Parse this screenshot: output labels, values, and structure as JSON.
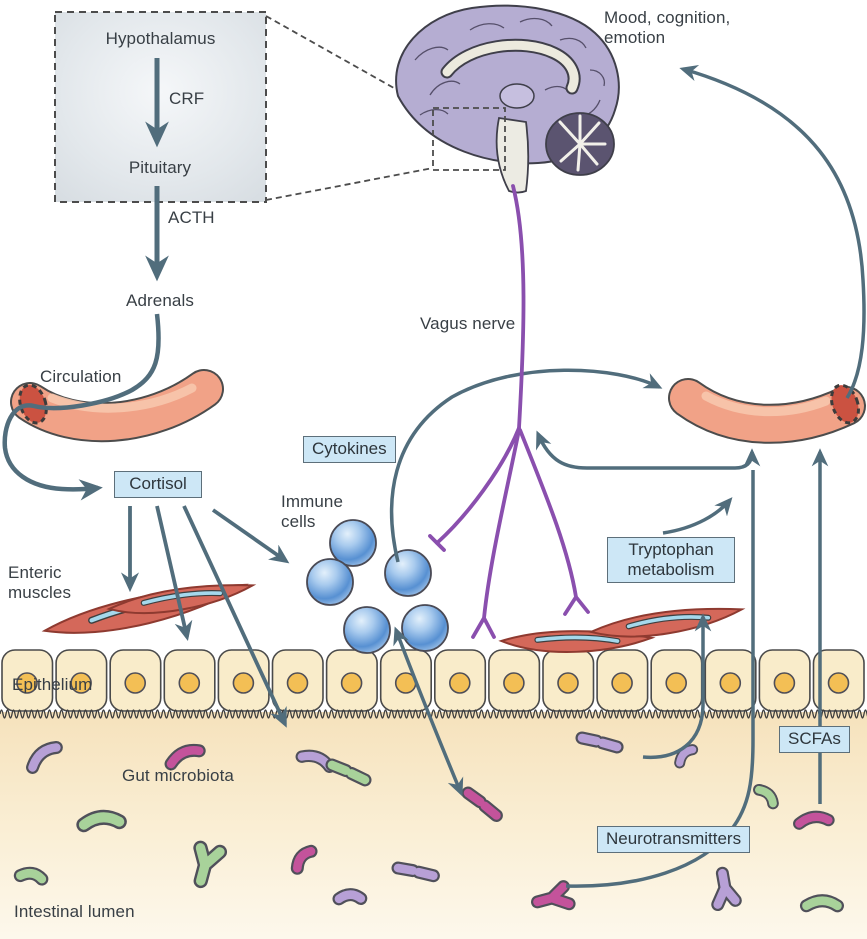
{
  "figure": {
    "type": "biomedical-pathway-diagram",
    "topic": "Gut-brain axis signalling pathways",
    "labels": {
      "hypothalamus": "Hypothalamus",
      "crf": "CRF",
      "pituitary": "Pituitary",
      "acth": "ACTH",
      "adrenals": "Adrenals",
      "circulation": "Circulation",
      "cortisol": "Cortisol",
      "cytokines": "Cytokines",
      "immune_cells": "Immune cells",
      "vagus_nerve": "Vagus nerve",
      "mood": "Mood, cognition, emotion",
      "tryptophan": "Tryptophan metabolism",
      "enteric_muscles": "Enteric muscles",
      "epithelium": "Epithelium",
      "gut_microbiota": "Gut microbiota",
      "intestinal_lumen": "Intestinal lumen",
      "neurotransmitters": "Neurotransmitters",
      "scfas": "SCFAs"
    },
    "pathway_boxes": [
      "Cortisol",
      "Cytokines",
      "Tryptophan metabolism",
      "Neurotransmitters",
      "SCFAs"
    ],
    "colors": {
      "arrow": "#516d7c",
      "vagus_nerve": "#8a4fae",
      "label_box_fill": "#cde7f6",
      "label_box_border": "#5d6f7a",
      "blood_vessel": "#f1a287",
      "brain": "#b5add2",
      "epithelium_cell": "#f9ecca",
      "cell_nucleus": "#f3bf55",
      "lumen_top": "#f7e4bf",
      "lumen_bottom": "#fcf7ea",
      "immune_cell": "#4e8bd0",
      "muscle": "#d4685a",
      "text": "#383f45"
    }
  }
}
